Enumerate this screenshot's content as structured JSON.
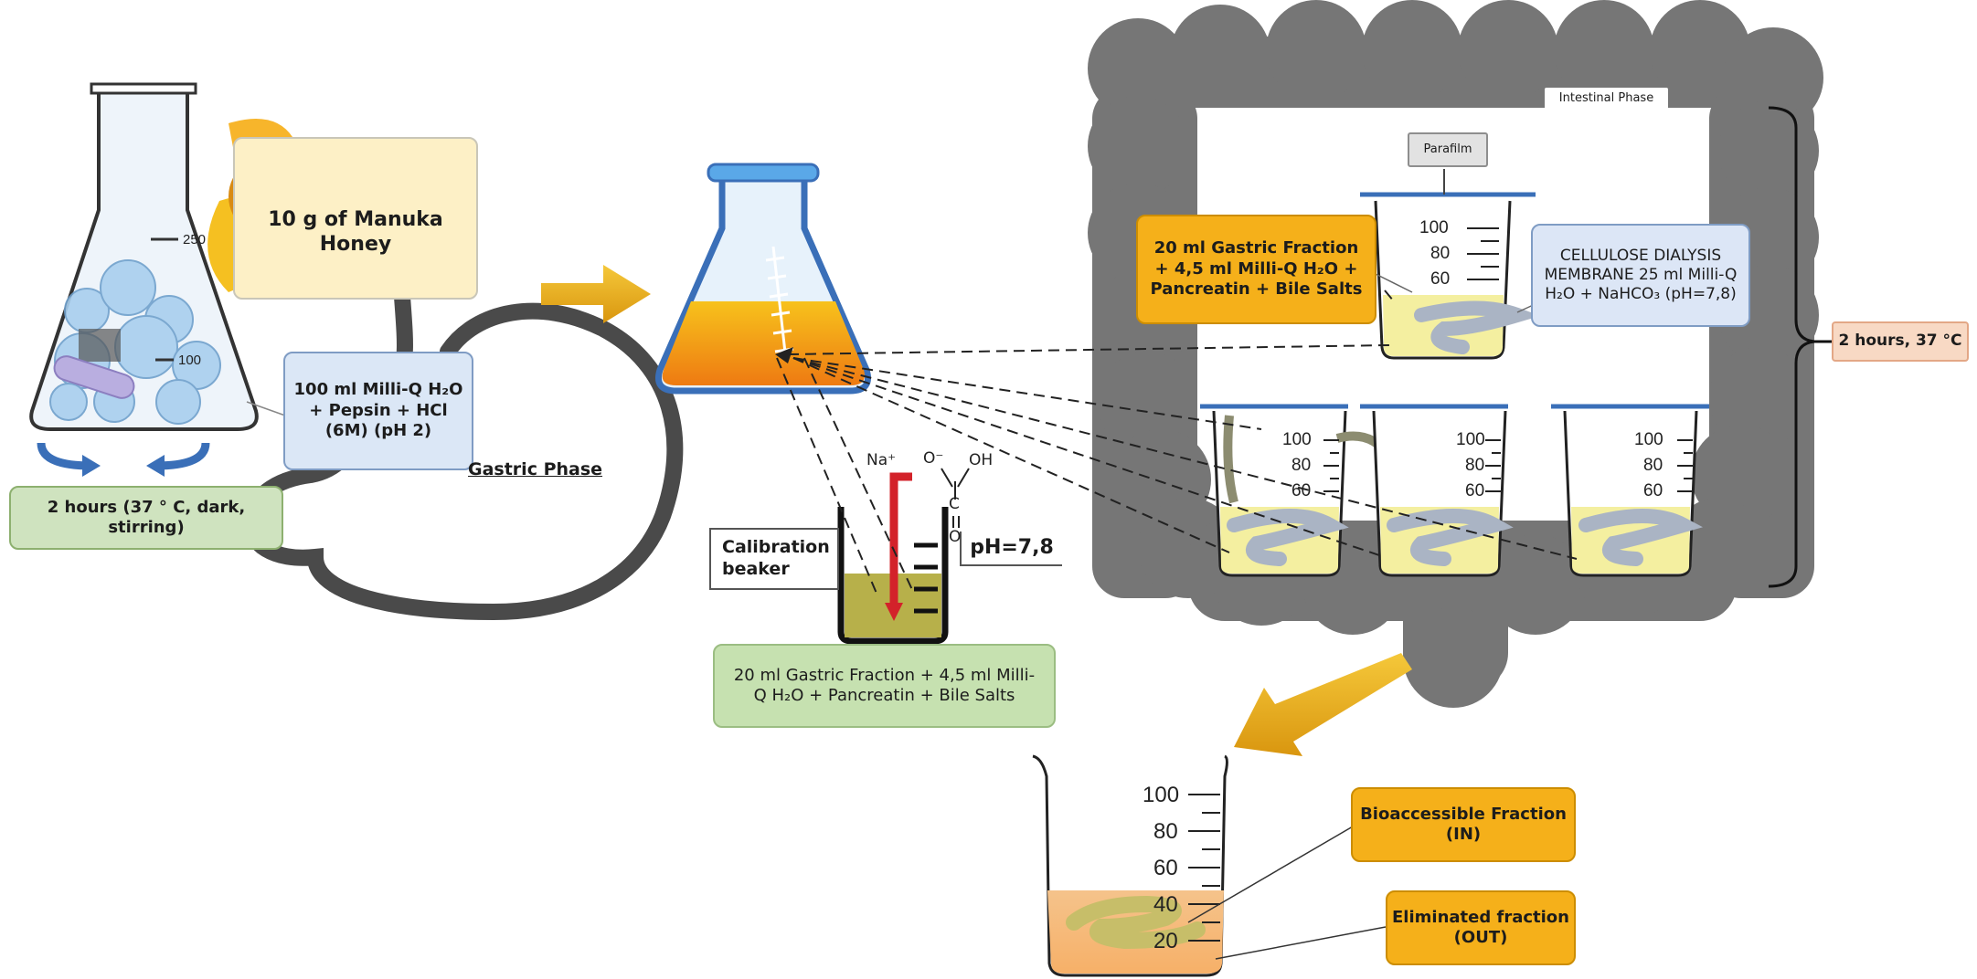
{
  "boxes": {
    "honey": "10 g of Manuka Honey",
    "milliq_pepsin": "100 ml Milli-Q H₂O + Pepsin + HCl (6M) (pH 2)",
    "gastric_phase": "Gastric Phase",
    "gastric_time": "2 hours (37 ° C, dark, stirring)",
    "calibration_beaker": "Calibration beaker",
    "ph_value": "pH=7,8",
    "calibration_mix": "20 ml Gastric Fraction + 4,5 ml Milli-Q H₂O + Pancreatin + Bile Salts",
    "intestinal_mix": "20 ml Gastric Fraction + 4,5 ml Milli-Q H₂O + Pancreatin + Bile Salts",
    "parafilm": "Parafilm",
    "intestinal_phase": "Intestinal Phase",
    "dialysis": "CELLULOSE DIALYSIS MEMBRANE 25 ml Milli-Q H₂O + NaHCO₃ (pH=7,8)",
    "intestinal_time": "2 hours, 37 °C",
    "bioaccessible": "Bioaccessible Fraction (IN)",
    "eliminated": "Eliminated fraction (OUT)"
  },
  "chem": {
    "na": "Na⁺",
    "o_minus": "O⁻",
    "oh": "OH",
    "c": "C",
    "o": "O"
  },
  "flask_marks": {
    "m250": "250",
    "m100": "100"
  },
  "beaker_scale": [
    "100",
    "80",
    "60"
  ],
  "final_scale": [
    "100",
    "80",
    "60",
    "40",
    "20"
  ],
  "colors": {
    "intestine": "#767676",
    "arrow": "#f0b323",
    "liquid": "#f4efa0",
    "flask_orange": "#f28c12"
  }
}
